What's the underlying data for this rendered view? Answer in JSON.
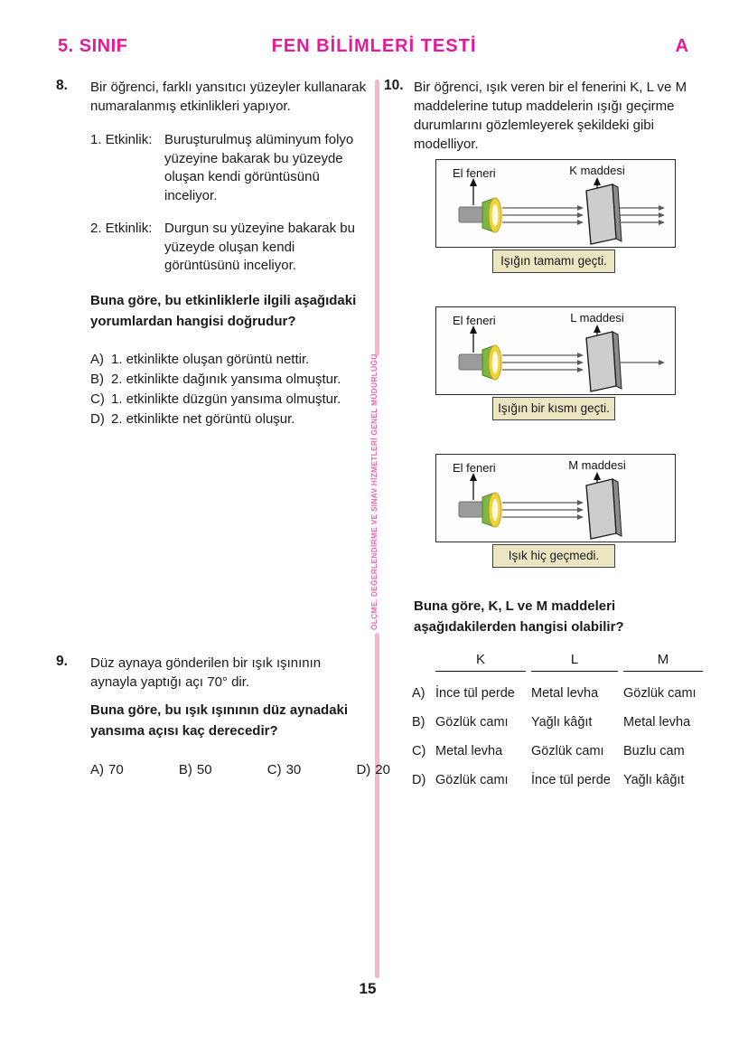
{
  "header": {
    "grade": "5. SINIF",
    "title": "FEN BİLİMLERİ TESTİ",
    "booklet": "A"
  },
  "divider_text": "ÖLÇME, DEĞERLENDİRME VE SINAV HİZMETLERİ GENEL MÜDÜRLÜĞÜ",
  "page_number": "15",
  "colors": {
    "accent_pink": "#e8189b",
    "divider_pink": "#f4b5cd",
    "caption_beige": "#ece5c2",
    "panel_gray": "#cdcdcd",
    "flashlight_green": "#7db73e",
    "flashlight_yellow": "#f2d23b"
  },
  "q8": {
    "number": "8.",
    "intro": "Bir öğrenci, farklı yansıtıcı yüzeyler kullanarak numaralanmış etkinlikleri yapıyor.",
    "activities": [
      {
        "label": "1. Etkinlik:",
        "text": "Buruşturulmuş alüminyum folyo yüzeyine bakarak bu yüzeyde oluşan kendi görüntüsünü inceliyor."
      },
      {
        "label": "2. Etkinlik:",
        "text": "Durgun su yüzeyine bakarak bu yüzeyde oluşan kendi görüntüsünü inceliyor."
      }
    ],
    "question": "Buna göre, bu etkinliklerle ilgili aşağıdaki yorumlardan hangisi doğrudur?",
    "options": [
      {
        "label": "A)",
        "text": "1. etkinlikte oluşan görüntü nettir."
      },
      {
        "label": "B)",
        "text": "2. etkinlikte dağınık yansıma olmuştur."
      },
      {
        "label": "C)",
        "text": "1. etkinlikte düzgün yansıma olmuştur."
      },
      {
        "label": "D)",
        "text": "2. etkinlikte net görüntü oluşur."
      }
    ]
  },
  "q9": {
    "number": "9.",
    "intro": "Düz aynaya gönderilen bir ışık ışınının aynayla yaptığı açı 70° dir.",
    "question": "Buna göre, bu ışık ışınının düz aynadaki yansıma açısı kaç derecedir?",
    "options": [
      {
        "label": "A)",
        "text": "70"
      },
      {
        "label": "B)",
        "text": "50"
      },
      {
        "label": "C)",
        "text": "30"
      },
      {
        "label": "D)",
        "text": "20"
      }
    ]
  },
  "q10": {
    "number": "10.",
    "intro": "Bir öğrenci, ışık veren bir el fenerini K, L ve M maddelerine tutup maddelerin ışığı geçirme durumlarını gözlemleyerek şekildeki gibi modelliyor.",
    "figures": [
      {
        "flashlight_label": "El feneri",
        "material_label": "K maddesi",
        "caption": "Işığın tamamı geçti."
      },
      {
        "flashlight_label": "El feneri",
        "material_label": "L maddesi",
        "caption": "Işığın bir kısmı geçti."
      },
      {
        "flashlight_label": "El feneri",
        "material_label": "M maddesi",
        "caption": "Işık hiç geçmedi."
      }
    ],
    "question": "Buna göre, K, L ve M maddeleri aşağıdakilerden hangisi olabilir?",
    "table": {
      "headers": [
        "K",
        "L",
        "M"
      ],
      "rows": [
        {
          "label": "A)",
          "cells": [
            "İnce tül perde",
            "Metal levha",
            "Gözlük camı"
          ]
        },
        {
          "label": "B)",
          "cells": [
            "Gözlük camı",
            "Yağlı kâğıt",
            "Metal levha"
          ]
        },
        {
          "label": "C)",
          "cells": [
            "Metal levha",
            "Gözlük camı",
            "Buzlu cam"
          ]
        },
        {
          "label": "D)",
          "cells": [
            "Gözlük camı",
            "İnce tül perde",
            "Yağlı kâğıt"
          ]
        }
      ]
    }
  }
}
